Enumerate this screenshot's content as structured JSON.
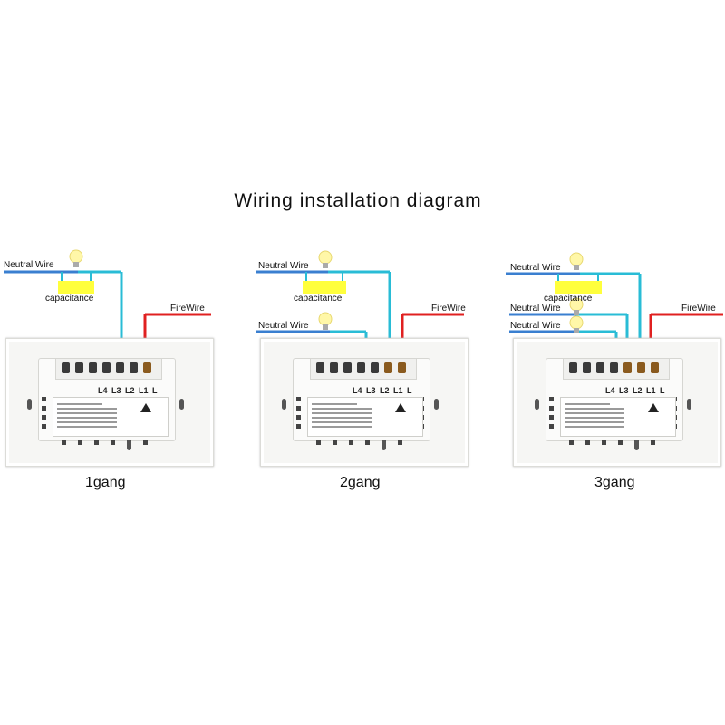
{
  "title": "Wiring installation diagram",
  "labels": {
    "neutral": "Neutral Wire",
    "fire": "FireWire",
    "capacitance": "capacitance"
  },
  "terminals": [
    "L4",
    "L3",
    "L2",
    "L1",
    "L"
  ],
  "panels": [
    {
      "name": "1gang"
    },
    {
      "name": "2gang"
    },
    {
      "name": "3gang"
    }
  ],
  "colors": {
    "neutral": "#3a7fd0",
    "fire": "#e02020",
    "load": "#29bcd6",
    "capacitor": "#ffff3c"
  }
}
